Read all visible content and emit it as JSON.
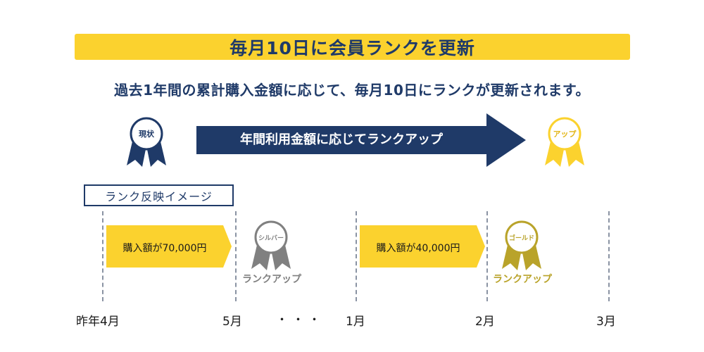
{
  "header": {
    "title": "毎月10日に会員ランクを更新",
    "subtitle": "過去1年間の累計購入金額に応じて、毎月10日にランクが更新されます。"
  },
  "flow": {
    "current_badge": "現状",
    "arrow_label": "年間利用金額に応じてランクアップ",
    "up_badge": "アップ"
  },
  "timeline": {
    "section_label": "ランク反映イメージ",
    "steps": [
      {
        "amount_label": "購入額が70,000円",
        "badge_label": "シルバー",
        "result_label": "ランクアップ"
      },
      {
        "amount_label": "購入額が40,000円",
        "badge_label": "ゴールド",
        "result_label": "ランクアップ"
      }
    ],
    "months": [
      "昨年4月",
      "5月",
      "1月",
      "2月",
      "3月"
    ],
    "ellipsis": "・・・"
  },
  "colors": {
    "navy": "#1f3a68",
    "yellow": "#fbd22e",
    "silver": "#808080",
    "gold": "#b9a32a"
  },
  "icons": [
    "ribbon-badge-icon"
  ]
}
